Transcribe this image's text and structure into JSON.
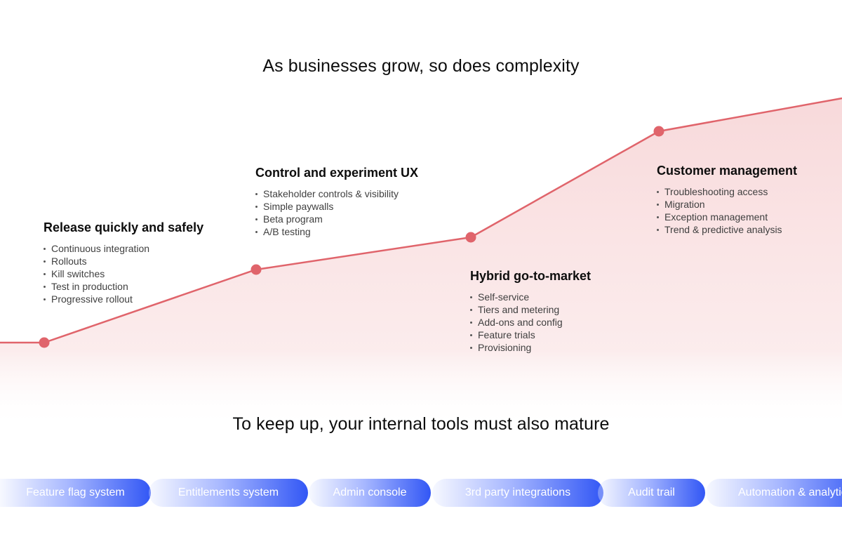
{
  "headline_top": "As businesses grow, so does complexity",
  "headline_bottom": "To keep up, your internal tools must also mature",
  "colors": {
    "curve": "#e0646b",
    "fill": "#f7dadb",
    "pill_end": "#3257f5"
  },
  "stages": [
    {
      "title": "Release quickly and safely",
      "items": [
        "Continuous integration",
        "Rollouts",
        "Kill switches",
        "Test in production",
        "Progressive rollout"
      ]
    },
    {
      "title": "Control and experiment UX",
      "items": [
        "Stakeholder controls & visibility",
        "Simple paywalls",
        "Beta program",
        "A/B testing"
      ]
    },
    {
      "title": "Hybrid go-to-market",
      "items": [
        "Self-service",
        "Tiers and metering",
        "Add-ons and config",
        "Feature trials",
        "Provisioning"
      ]
    },
    {
      "title": "Customer management",
      "items": [
        "Troubleshooting access",
        "Migration",
        "Exception management",
        "Trend & predictive analysis"
      ]
    }
  ],
  "tools": [
    "Feature flag system",
    "Entitlements system",
    "Admin console",
    "3rd party integrations",
    "Audit trail",
    "Automation & analytics"
  ]
}
